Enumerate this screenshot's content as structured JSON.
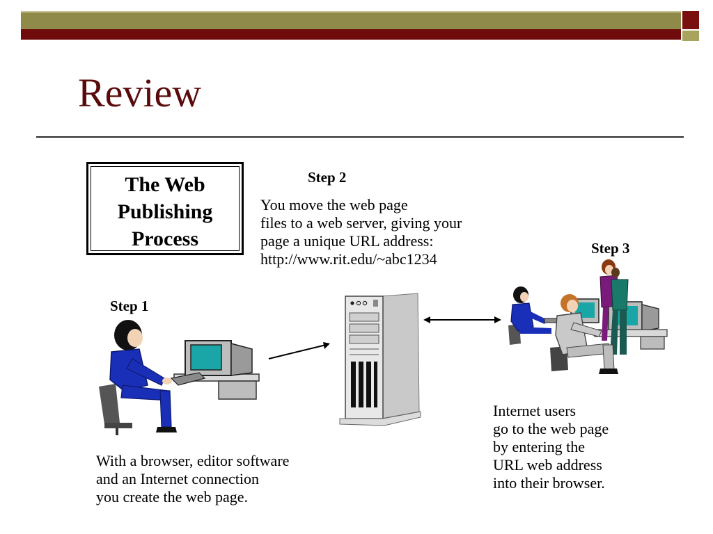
{
  "slide": {
    "title": "Review",
    "box_lines": [
      "The Web",
      "Publishing",
      "Process"
    ]
  },
  "steps": [
    {
      "label": "Step 1",
      "lines": [
        "With a browser, editor software",
        "and an Internet connection",
        "you create the web page."
      ]
    },
    {
      "label": "Step 2",
      "lines": [
        "You move the web page",
        "files to a web server, giving your",
        "page a unique URL address:",
        "http://www.rit.edu/~abc1234"
      ]
    },
    {
      "label": "Step 3",
      "lines": [
        "Internet users",
        "go to the web page",
        "by entering the",
        "URL web address",
        "into their browser."
      ]
    }
  ],
  "colors": {
    "banner_olive": "#8f8a4a",
    "banner_maroon": "#700b0b",
    "title": "#5a0a0a",
    "person_blue": "#1a2fb8",
    "screen_teal": "#1aa6a6"
  },
  "icons": [
    "person-at-computer-icon",
    "web-server-icon",
    "internet-users-icon",
    "arrow-icon"
  ]
}
